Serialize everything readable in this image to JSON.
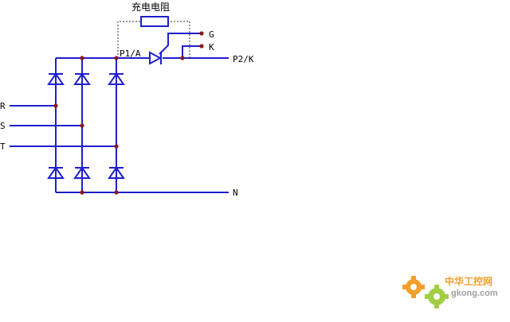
{
  "colors": {
    "wire": "#1f1fcc",
    "node": "#8b1a1a",
    "dashed": "#333333",
    "text": "#000000",
    "watermark_orange": "#f39a1e",
    "watermark_green": "#9ccc3a"
  },
  "labels": {
    "resistor": "充电电阻",
    "g": "G",
    "k": "K",
    "p1a": "P1/A",
    "p2k": "P2/K",
    "r": "R",
    "s": "S",
    "t": "T",
    "n": "N"
  },
  "watermark": {
    "brand_cn": "中华工控网",
    "domain": "gkong.com",
    "icon": "gear-icon"
  }
}
